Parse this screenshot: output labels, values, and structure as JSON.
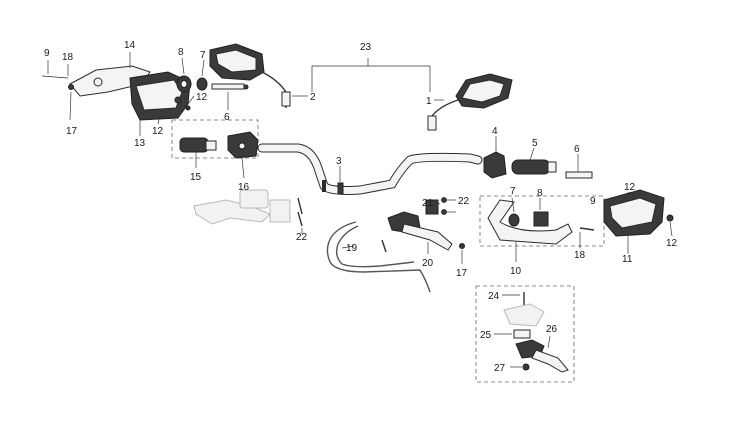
{
  "labels": {
    "n1": "1",
    "n2": "2",
    "n3": "3",
    "n4": "4",
    "n5": "5",
    "n6a": "6",
    "n6b": "6",
    "n7a": "7",
    "n7b": "7",
    "n8a": "8",
    "n8b": "8",
    "n9a": "9",
    "n9b": "9",
    "n10": "10",
    "n11": "11",
    "n12a": "12",
    "n12b": "12",
    "n12c": "12",
    "n12d": "12",
    "n13": "13",
    "n14": "14",
    "n15": "15",
    "n16": "16",
    "n17a": "17",
    "n17b": "17",
    "n18a": "18",
    "n18b": "18",
    "n19": "19",
    "n20": "20",
    "n21": "21",
    "n22a": "22",
    "n22b": "22",
    "n23": "23",
    "n24": "24",
    "n25": "25",
    "n26": "26",
    "n27": "27"
  }
}
